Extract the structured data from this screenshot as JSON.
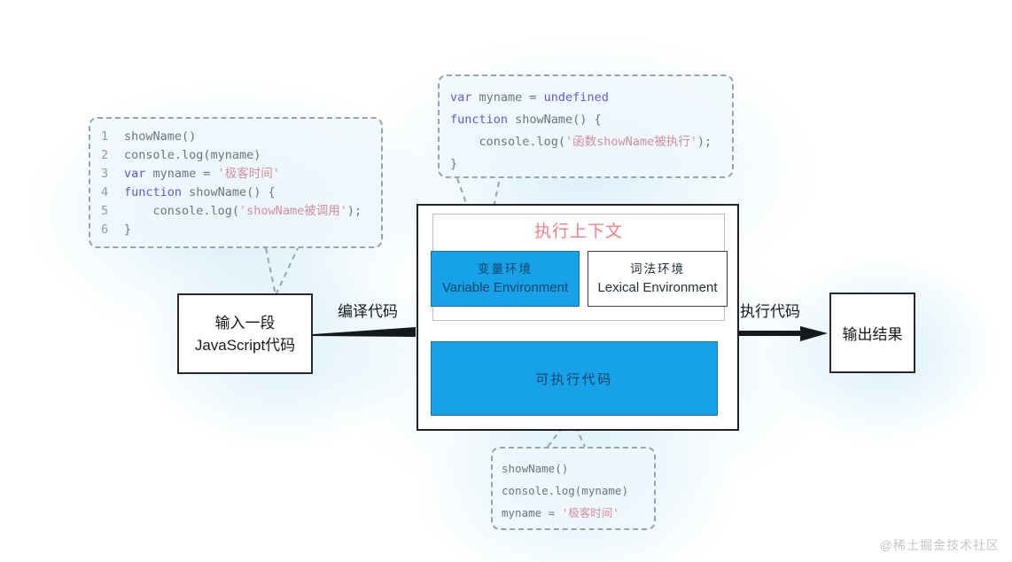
{
  "diagram": {
    "title_execution_context": "执行上下文",
    "watermark": "@稀土掘金技术社区",
    "colors": {
      "blue_fill": "#17a2e8",
      "blue_text": "#15446b",
      "title_pink": "#ef8087",
      "keyword_purple": "#5b5bd6",
      "string_rose": "#cf8f9c",
      "code_grey": "#6c7682",
      "line_number_grey": "#9099a8",
      "box_border": "#24292e"
    }
  },
  "boxes": {
    "input": {
      "line1": "输入一段",
      "line2": "JavaScript代码"
    },
    "output": {
      "line1": "输出结果"
    },
    "variable_environment": {
      "cn": "变量环境",
      "en": "Variable Environment"
    },
    "lexical_environment": {
      "cn": "词法环境",
      "en": "Lexical Environment"
    },
    "executable_code": {
      "label": "可执行代码"
    }
  },
  "arrows": {
    "compile_label": "编译代码",
    "execute_label": "执行代码"
  },
  "code_left": {
    "lines": [
      {
        "num": "1",
        "tokens": [
          {
            "t": "showName()",
            "c": "plain"
          }
        ]
      },
      {
        "num": "2",
        "tokens": [
          {
            "t": "console.log(myname)",
            "c": "plain"
          }
        ]
      },
      {
        "num": "3",
        "tokens": [
          {
            "t": "var ",
            "c": "kw"
          },
          {
            "t": "myname = ",
            "c": "plain"
          },
          {
            "t": "'极客时间'",
            "c": "str"
          }
        ]
      },
      {
        "num": "4",
        "tokens": [
          {
            "t": "function ",
            "c": "kw"
          },
          {
            "t": "showName() {",
            "c": "plain"
          }
        ]
      },
      {
        "num": "5",
        "tokens": [
          {
            "t": "    console.log(",
            "c": "plain"
          },
          {
            "t": "'showName被调用'",
            "c": "str"
          },
          {
            "t": ");",
            "c": "plain"
          }
        ]
      },
      {
        "num": "6",
        "tokens": [
          {
            "t": "}",
            "c": "plain"
          }
        ]
      }
    ]
  },
  "code_top": {
    "lines": [
      {
        "num": "",
        "tokens": [
          {
            "t": "var ",
            "c": "kw"
          },
          {
            "t": "myname = ",
            "c": "plain"
          },
          {
            "t": "undefined",
            "c": "kw"
          }
        ]
      },
      {
        "num": "",
        "tokens": [
          {
            "t": "function ",
            "c": "kw"
          },
          {
            "t": "showName() {",
            "c": "plain"
          }
        ]
      },
      {
        "num": "",
        "tokens": [
          {
            "t": "    console.log(",
            "c": "plain"
          },
          {
            "t": "'函数showName被执行'",
            "c": "str"
          },
          {
            "t": ");",
            "c": "plain"
          }
        ]
      },
      {
        "num": "",
        "tokens": [
          {
            "t": "}",
            "c": "plain"
          }
        ]
      }
    ]
  },
  "code_bottom": {
    "lines": [
      {
        "num": "",
        "tokens": [
          {
            "t": "showName()",
            "c": "plain"
          }
        ]
      },
      {
        "num": "",
        "tokens": [
          {
            "t": "console.log(myname)",
            "c": "plain"
          }
        ]
      },
      {
        "num": "",
        "tokens": [
          {
            "t": "myname = ",
            "c": "plain"
          },
          {
            "t": "'极客时间'",
            "c": "str"
          }
        ]
      }
    ]
  }
}
